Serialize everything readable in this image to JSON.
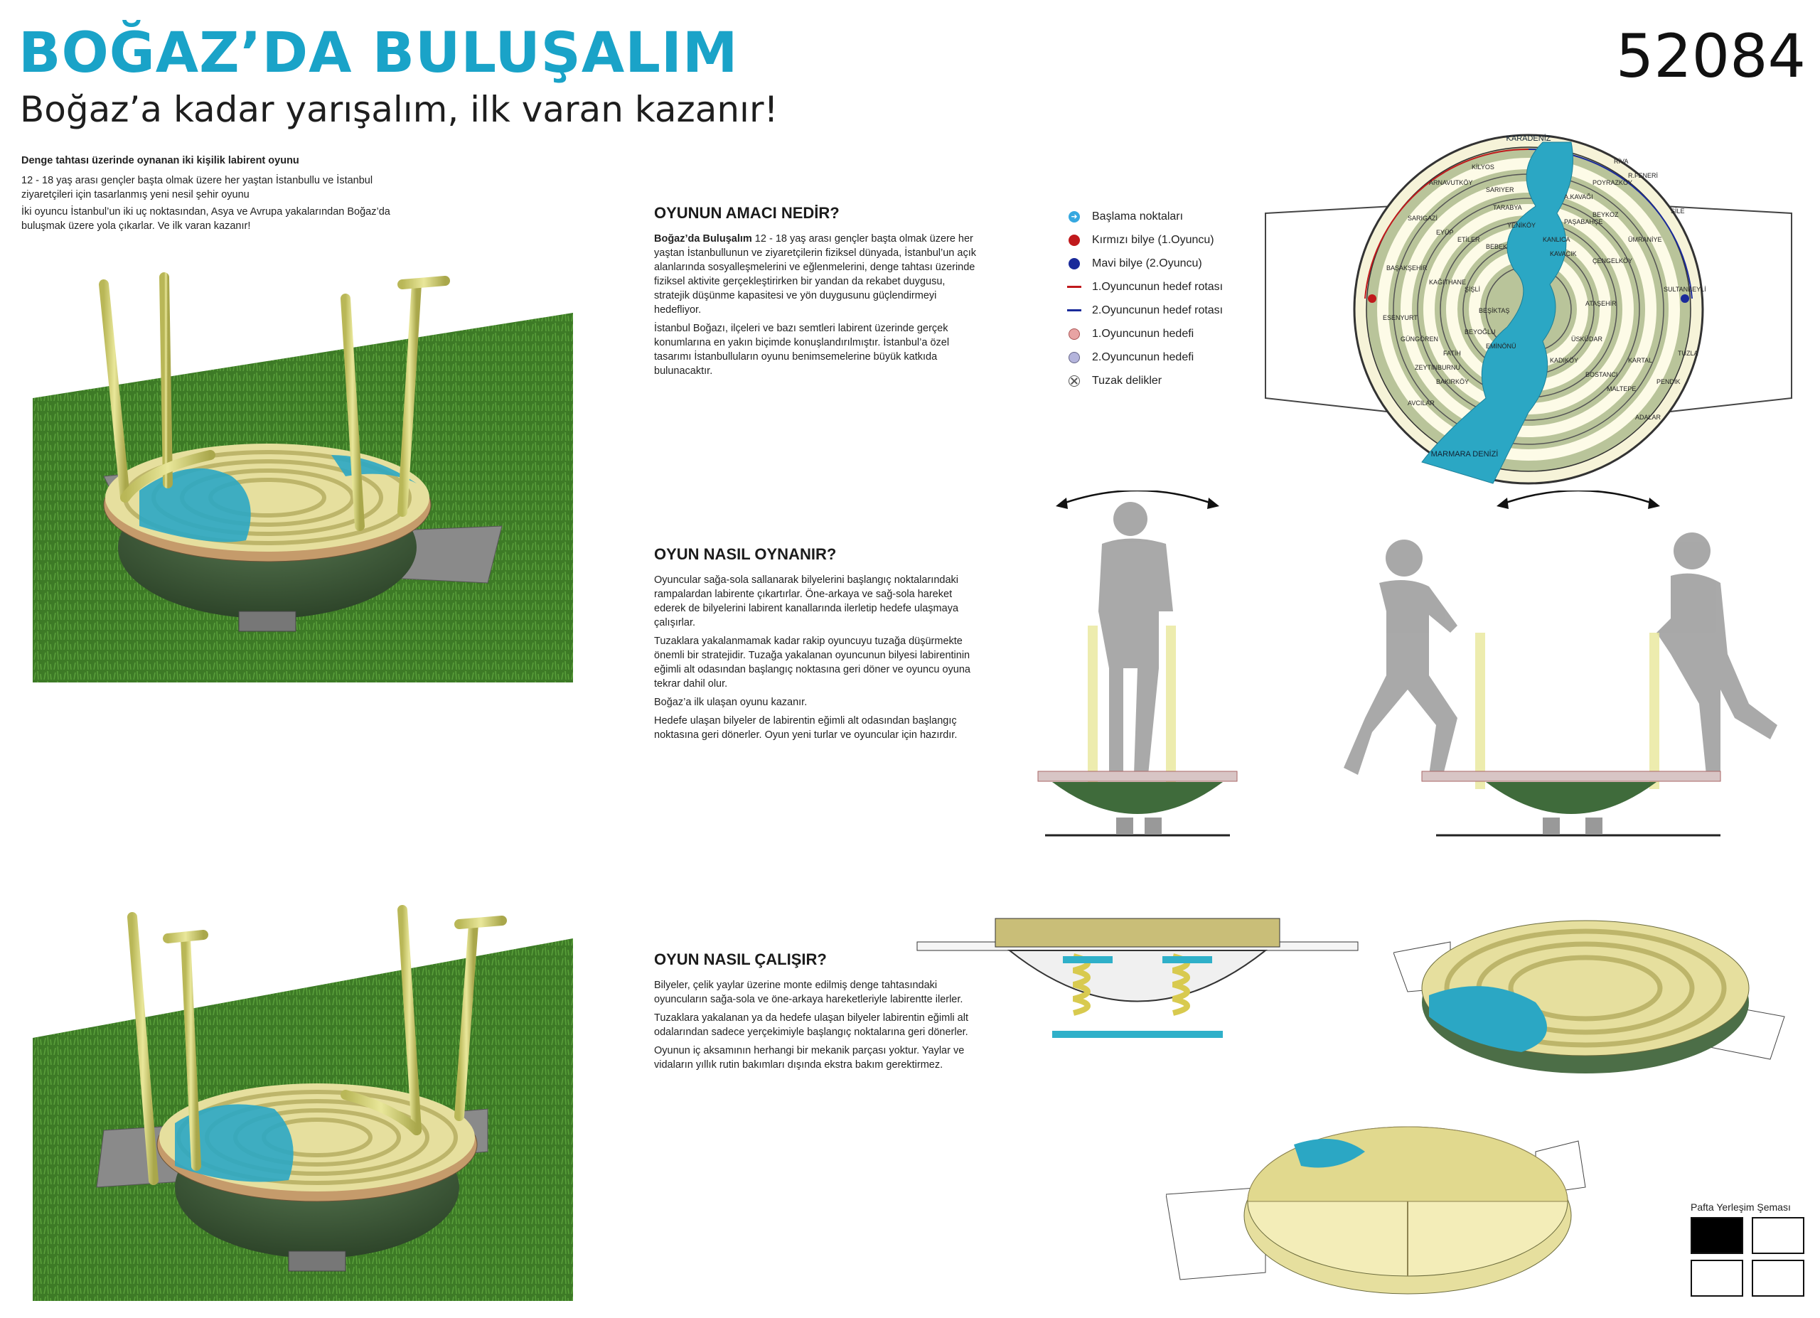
{
  "header": {
    "title": "BOĞAZ’DA BULUŞALIM",
    "subtitle": "Boğaz’a kadar yarışalım, ilk varan kazanır!",
    "code": "52084"
  },
  "intro": {
    "lead": "Denge tahtası üzerinde oynanan iki kişilik labirent oyunu",
    "p1": "12 - 18 yaş arası gençler başta olmak üzere her yaştan İstanbullu ve İstanbul ziyaretçileri için tasarlanmış yeni nesil şehir oyunu",
    "p2": "İki oyuncu İstanbul’un iki uç noktasından, Asya ve Avrupa yakalarından Boğaz’da buluşmak üzere yola çıkarlar. Ve ilk varan kazanır!"
  },
  "section1": {
    "heading": "OYUNUN AMACI NEDİR?",
    "bold": "Boğaz’da Buluşalım",
    "p1": " 12 - 18 yaş arası gençler başta olmak üzere her yaştan İstanbullunun ve ziyaretçilerin fiziksel dünyada, İstanbul’un açık alanlarında sosyalleşmelerini ve eğlenmelerini, denge tahtası üzerinde fiziksel aktivite gerçekleştirirken bir yandan da rekabet duygusu, stratejik düşünme kapasitesi ve yön duygusunu güçlendirmeyi hedefliyor.",
    "p2": "İstanbul Boğazı, ilçeleri ve bazı semtleri labirent üzerinde gerçek konumlarına en yakın biçimde konuşlandırılmıştır. İstanbul’a özel tasarımı İstanbulluların oyunu benimsemelerine büyük katkıda bulunacaktır."
  },
  "section2": {
    "heading": "OYUN NASIL OYNANIR?",
    "p1": "Oyuncular sağa-sola sallanarak bilyelerini başlangıç noktalarındaki rampalardan labirente çıkartırlar. Öne-arkaya ve sağ-sola hareket ederek de bilyelerini labirent kanallarında ilerletip hedefe ulaşmaya çalışırlar.",
    "p2": "Tuzaklara yakalanmamak kadar rakip oyuncuyu tuzağa düşürmekte önemli bir stratejidir. Tuzağa yakalanan oyuncunun bilyesi labirentinin eğimli alt odasından başlangıç noktasına geri döner ve oyuncu oyuna tekrar dahil olur.",
    "p3": "Boğaz’a ilk ulaşan oyunu kazanır.",
    "p4": "Hedefe ulaşan bilyeler de labirentin eğimli alt odasından başlangıç noktasına geri dönerler. Oyun yeni turlar ve oyuncular için hazırdır."
  },
  "section3": {
    "heading": "OYUN NASIL ÇALIŞIR?",
    "p1": "Bilyeler, çelik yaylar üzerine monte edilmiş denge tahtasındaki oyuncuların sağa-sola ve öne-arkaya hareketleriyle labirentte ilerler.",
    "p2": "Tuzaklara yakalanan ya da hedefe ulaşan bilyeler labirentin eğimli alt odalarından sadece yerçekimiyle başlangıç noktalarına geri dönerler.",
    "p3": "Oyunun iç aksamının herhangi bir mekanik parçası yoktur. Yaylar ve vidaların yıllık rutin bakımları dışında ekstra bakım gerektirmez."
  },
  "legend": [
    {
      "label": "Başlama noktaları",
      "icon": "arrow-circle-icon",
      "color": "#35a8e0"
    },
    {
      "label": "Kırmızı bilye (1.Oyuncu)",
      "icon": "red-ball-icon",
      "color": "#c0191c"
    },
    {
      "label": "Mavi bilye (2.Oyuncu)",
      "icon": "blue-ball-icon",
      "color": "#1a2a9a"
    },
    {
      "label": "1.Oyuncunun hedef rotası",
      "icon": "red-line-icon",
      "color": "#c0191c"
    },
    {
      "label": "2.Oyuncunun hedef rotası",
      "icon": "blue-line-icon",
      "color": "#1a2a9a"
    },
    {
      "label": "1.Oyuncunun hedefi",
      "icon": "pink-target-icon",
      "color": "#e8a3a3"
    },
    {
      "label": "2.Oyuncunun hedefi",
      "icon": "lilac-target-icon",
      "color": "#b4b4dc"
    },
    {
      "label": "Tuzak delikler",
      "icon": "trap-hole-icon",
      "color": "#555555"
    }
  ],
  "map": {
    "top_label": "KARADENİZ",
    "bottom_label": "MARMARA DENİZİ",
    "districts": [
      "KİLYOS",
      "SARIYER",
      "RİVA",
      "POYRAZKÖY",
      "BEYKOZ",
      "A.KAVAĞI",
      "R.FENERİ",
      "PAŞABAHÇE",
      "KANLICA",
      "ÇENGELKÖY",
      "KAVACIK",
      "ÜSKÜDAR",
      "ARNAVUTKÖY",
      "TARABYA",
      "YENİKÖY",
      "BEBEK",
      "ETİLER",
      "ŞİŞLİ",
      "BEŞİKTAŞ",
      "BEYOĞLU",
      "EMİNÖNÜ",
      "FATİH",
      "EYÜP",
      "KAĞITHANE",
      "BAKIRKÖY",
      "AVCILAR",
      "ZEYTİNBURNU",
      "KADIKÖY",
      "ATAŞEHİR",
      "ÜMRANİYE",
      "KARTAL",
      "MALTEPE",
      "PENDİK",
      "TUZLA",
      "SULTANBEYLİ",
      "BOSTANCI",
      "ADALAR",
      "SİLE",
      "GÜNGÖREN",
      "BAŞAKŞEHİR",
      "ESENYURT",
      "SARIGAZİ"
    ]
  },
  "layout_scheme": {
    "title": "Pafta Yerleşim Şeması",
    "cells": [
      true,
      false,
      false,
      false
    ]
  },
  "colors": {
    "accent": "#1aa3c8",
    "grass": "#3f7d28",
    "frame": "#d9d77a",
    "shell": "#3f5d3a",
    "water": "#2ba7c4",
    "maze": "#e9e3a6"
  }
}
